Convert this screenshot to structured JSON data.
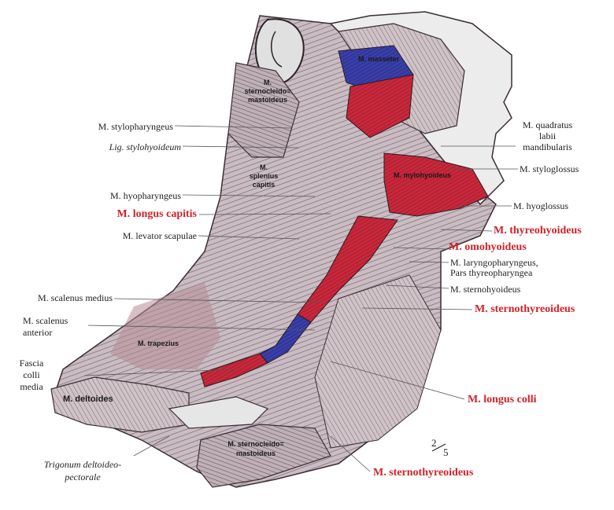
{
  "colors": {
    "muscle_red": "#c8283c",
    "muscle_blue": "#3a3fa8",
    "label_red": "#d0222a",
    "ink": "#222222",
    "muscle_tone": "#b8a8b0"
  },
  "labels": {
    "stylopharyngeus": "M. stylopharyngeus",
    "lig_stylohyoideum": "Lig. stylohyoideum",
    "hyopharyngeus": "M. hyopharyngeus",
    "longus_capitis": "M. longus capitis",
    "levator_scapulae": "M. levator scapulae",
    "scalenus_medius": "M. scalenus medius",
    "scalenus_anterior_1": "M. scalenus",
    "scalenus_anterior_2": "anterior",
    "fascia_1": "Fascia",
    "fascia_2": "colli",
    "fascia_3": "media",
    "trigonum_1": "Trigonum deltoideo-",
    "trigonum_2": "pectorale",
    "quadratus_1": "M. quadratus",
    "quadratus_2": "labii",
    "quadratus_3": "mandibularis",
    "styloglossus": "M. styloglossus",
    "hyoglossus": "M. hyoglossus",
    "thyreohyoideus": "M. thyreohyoideus",
    "omohyoideus": "M. omohyoideus",
    "laryngopharyngeus_1": "M. laryngopharyngeus,",
    "laryngopharyngeus_2": "Pars thyreopharyngea",
    "sternohyoideus": "M. sternohyoideus",
    "sternothyreoideus": "M. sternothyreoideus",
    "longus_colli": "M. longus colli",
    "sternothyreoideus_2": "M. sternothyreoideus"
  },
  "inline": {
    "masseter": "M. masseter",
    "scm_top_1": "M.",
    "scm_top_2": "sternocleido=",
    "scm_top_3": "mastoideus",
    "splenius_1": "M.",
    "splenius_2": "splenius",
    "splenius_3": "capitis",
    "mylohyoideus": "M. mylohyoideus",
    "trapezius": "M. trapezius",
    "deltoides": "M. deltoides",
    "scm_bottom_1": "M. sternocleido=",
    "scm_bottom_2": "mastoideus"
  },
  "scale": {
    "num": "2",
    "den": "5"
  }
}
